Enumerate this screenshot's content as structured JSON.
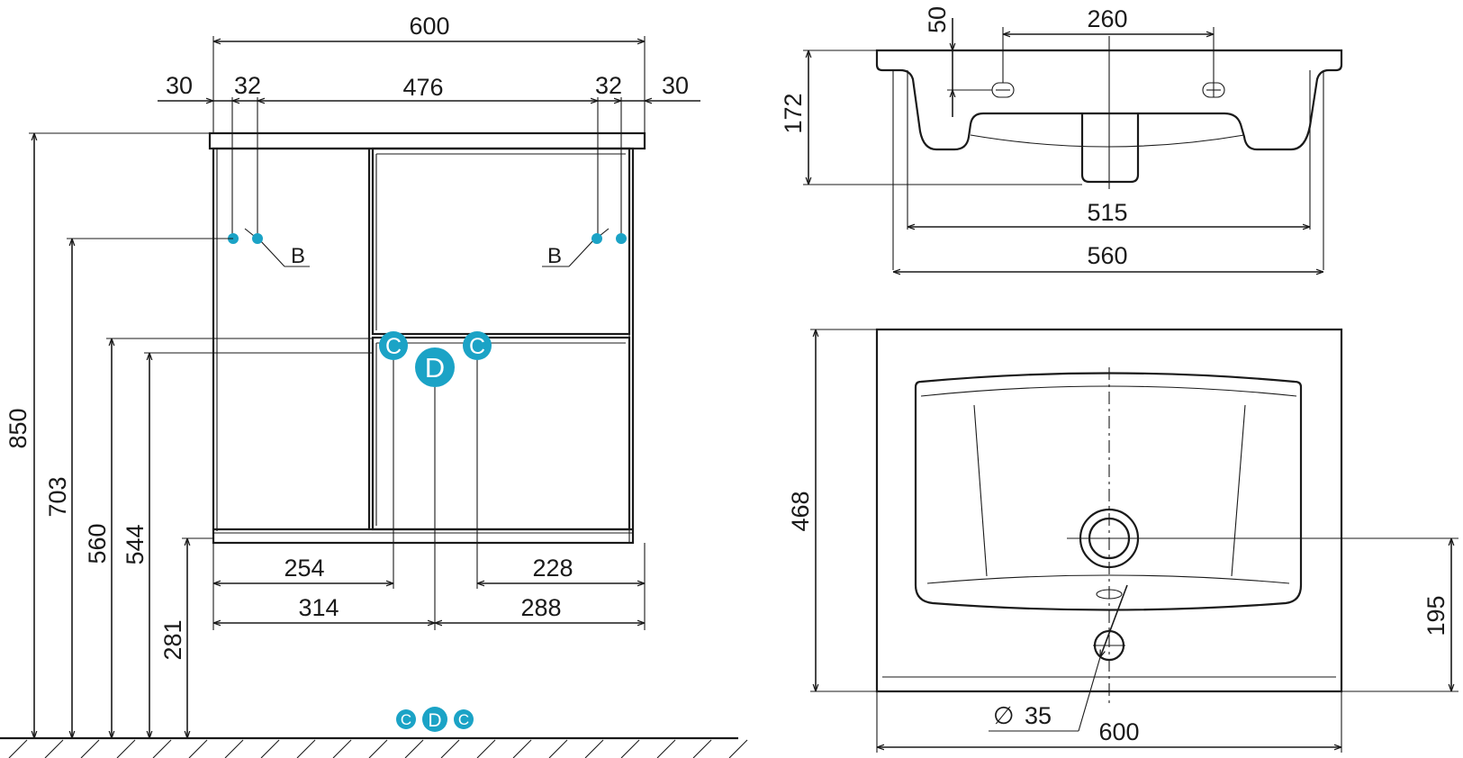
{
  "colors": {
    "line": "#1a1a1a",
    "marker": "#1ba3c6",
    "background": "#ffffff"
  },
  "cabinet": {
    "width": "600",
    "side_left": "30",
    "side_right": "30",
    "hole_left": "32",
    "hole_right": "32",
    "inner": "476",
    "height_total": "850",
    "height_b": "703",
    "height_c": "560",
    "height_d": "544",
    "height_bottom": "281",
    "c_left": "254",
    "c_right": "228",
    "d_left": "314",
    "d_right": "288",
    "label_b": "B",
    "label_c": "C",
    "label_d": "D"
  },
  "sink_side": {
    "top_thickness": "50",
    "faucet_spacing": "260",
    "height": "172",
    "inner_width": "515",
    "width": "560"
  },
  "sink_top": {
    "depth": "468",
    "drain_offset": "195",
    "hole_diameter": "35",
    "diameter_symbol": "∅",
    "width": "600"
  }
}
